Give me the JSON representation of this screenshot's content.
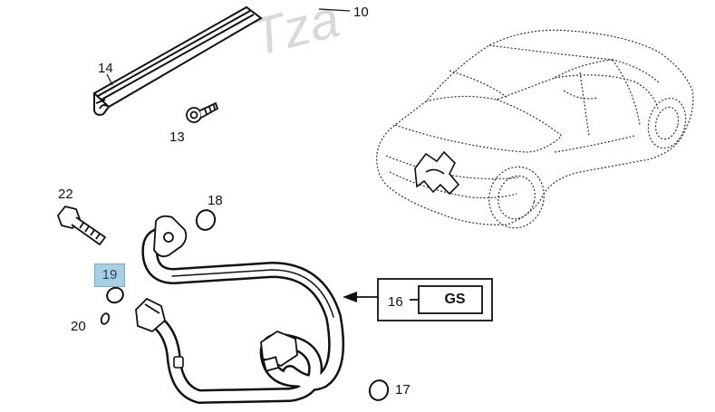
{
  "callouts": {
    "c10": "10",
    "c14": "14",
    "c13": "13",
    "c22": "22",
    "c18": "18",
    "c19": "19",
    "c20": "20",
    "c17": "17",
    "c16": "16",
    "gs": "GS"
  },
  "watermark": "Tza",
  "colors": {
    "line": "#111111",
    "highlight": "#a9cfe6",
    "watermark": "#d9d9d9"
  }
}
